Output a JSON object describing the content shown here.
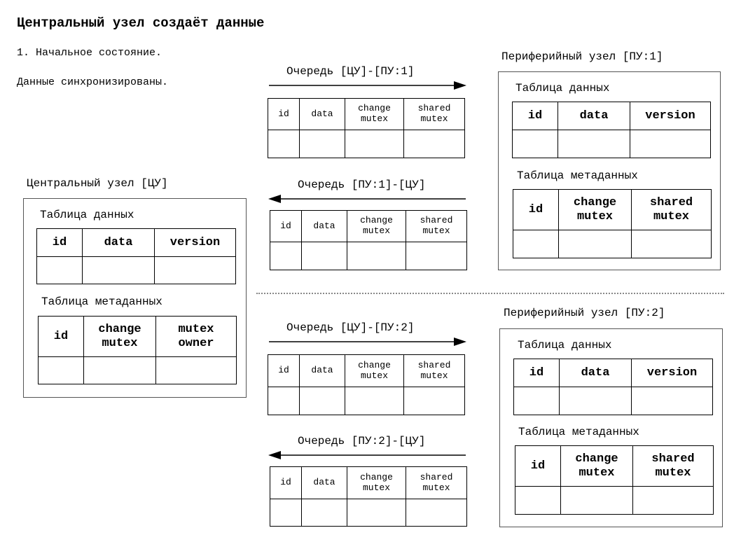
{
  "page": {
    "title": "Центральный узел создаёт данные",
    "step": "1. Начальное состояние.",
    "status": "Данные синхронизированы."
  },
  "central_node": {
    "label": "Центральный узел [ЦУ]",
    "data_table": {
      "title": "Таблица данных",
      "headers": [
        "id",
        "data",
        "version"
      ]
    },
    "meta_table": {
      "title": "Таблица метаданных",
      "headers": [
        "id",
        "change\nmutex",
        "mutex\nowner"
      ]
    }
  },
  "queues": [
    {
      "label": "Очередь [ЦУ]-[ПУ:1]",
      "direction": "right",
      "headers": [
        "id",
        "data",
        "change\nmutex",
        "shared\nmutex"
      ]
    },
    {
      "label": "Очередь [ПУ:1]-[ЦУ]",
      "direction": "left",
      "headers": [
        "id",
        "data",
        "change\nmutex",
        "shared\nmutex"
      ]
    },
    {
      "label": "Очередь [ЦУ]-[ПУ:2]",
      "direction": "right",
      "headers": [
        "id",
        "data",
        "change\nmutex",
        "shared\nmutex"
      ]
    },
    {
      "label": "Очередь [ПУ:2]-[ЦУ]",
      "direction": "left",
      "headers": [
        "id",
        "data",
        "change\nmutex",
        "shared\nmutex"
      ]
    }
  ],
  "peripheral_nodes": [
    {
      "label": "Периферийный узел [ПУ:1]",
      "data_table": {
        "title": "Таблица данных",
        "headers": [
          "id",
          "data",
          "version"
        ]
      },
      "meta_table": {
        "title": "Таблица метаданных",
        "headers": [
          "id",
          "change\nmutex",
          "shared\nmutex"
        ]
      }
    },
    {
      "label": "Периферийный узел [ПУ:2]",
      "data_table": {
        "title": "Таблица данных",
        "headers": [
          "id",
          "data",
          "version"
        ]
      },
      "meta_table": {
        "title": "Таблица метаданных",
        "headers": [
          "id",
          "change\nmutex",
          "shared\nmutex"
        ]
      }
    }
  ]
}
